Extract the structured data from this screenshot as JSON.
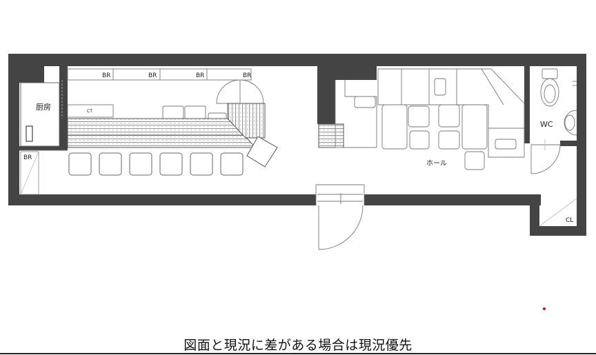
{
  "rooms": {
    "kitchen": "厨房",
    "hall": "ホール",
    "wc": "WC"
  },
  "labels": {
    "br_top": [
      "BR",
      "BR",
      "BR",
      "BR"
    ],
    "br_left": "BR",
    "ct": "CT",
    "cl": "CL"
  },
  "caption": "図面と現況に差がある場合は現況優先",
  "colors": {
    "wall": "#444444",
    "line": "#777777",
    "accent_dot": "#cc2222"
  }
}
